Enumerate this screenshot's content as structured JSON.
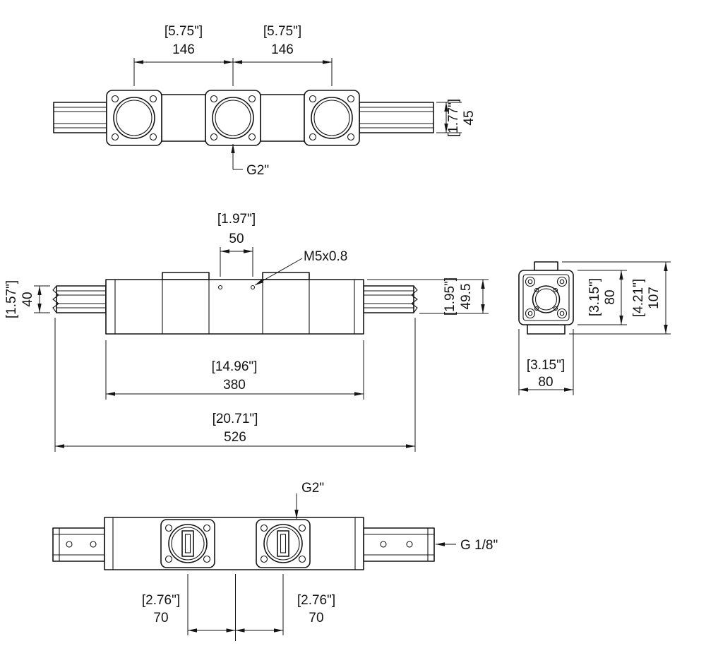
{
  "colors": {
    "line": "#141414",
    "background": "#ffffff"
  },
  "drawing": {
    "top_view": {
      "pitch_in": "[5.75\"]",
      "pitch_mm": "146",
      "height_in": "[1.77\"]",
      "height_mm": "45",
      "port_thread": "G2\""
    },
    "front_view": {
      "hole_span_in": "[1.97\"]",
      "hole_span_mm": "50",
      "thread_callout": "M5x0.8",
      "rail_height_in": "[1.57\"]",
      "rail_height_mm": "40",
      "body_height_in": "[1.95\"]",
      "body_height_mm": "49.5",
      "body_length_in": "[14.96\"]",
      "body_length_mm": "380",
      "overall_length_in": "[20.71\"]",
      "overall_length_mm": "526"
    },
    "side_view": {
      "width_in": "[3.15\"]",
      "width_mm": "80",
      "height_in": "[3.15\"]",
      "height_mm": "80",
      "overall_height_in": "[4.21\"]",
      "overall_height_mm": "107"
    },
    "bottom_view": {
      "port_thread": "G2\"",
      "side_port_thread": "G 1/8\"",
      "pitch_in": "[2.76\"]",
      "pitch_mm": "70"
    }
  }
}
